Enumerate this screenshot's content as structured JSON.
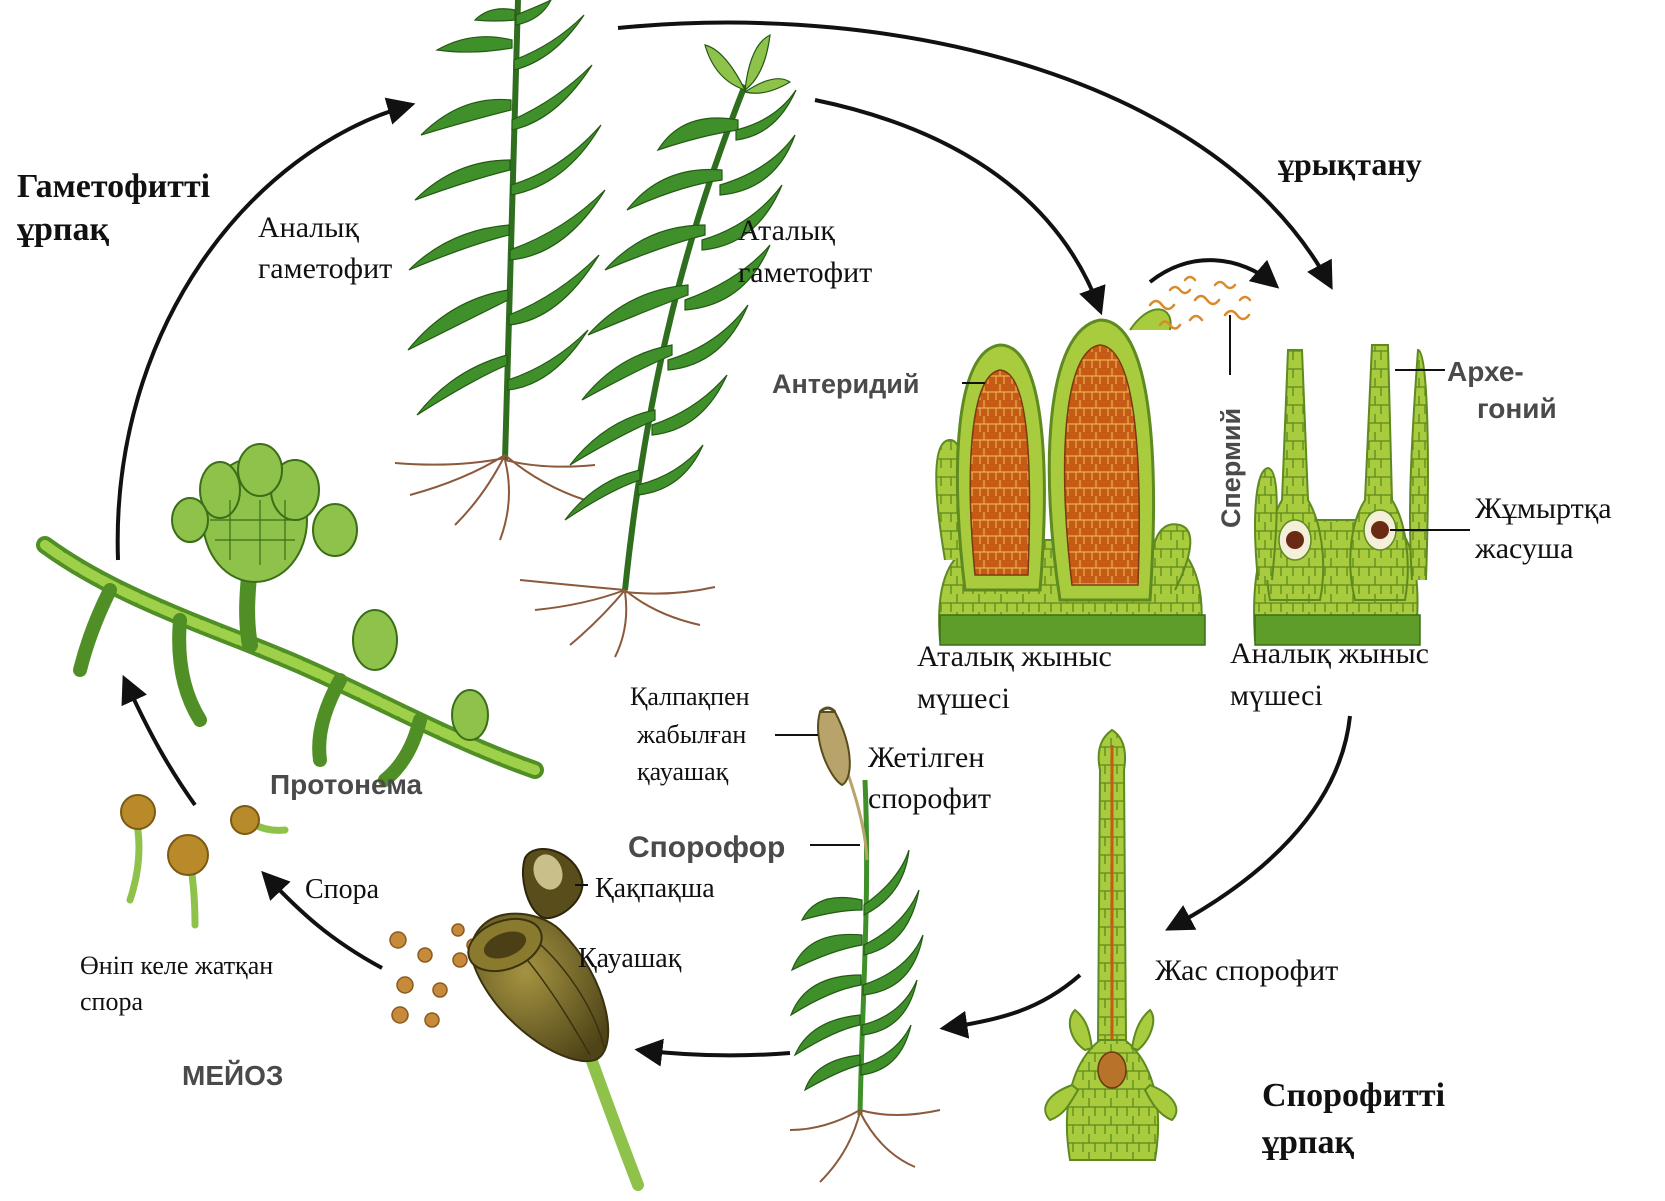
{
  "labels": {
    "gametophyte_gen_1": "Гаметофитті",
    "gametophyte_gen_2": "ұрпақ",
    "female_gametophyte_1": "Аналық",
    "female_gametophyte_2": "гаметофит",
    "male_gametophyte_1": "Аталық",
    "male_gametophyte_2": "гаметофит",
    "fertilization": "ұрықтану",
    "antheridium": "Антеридий",
    "sperm": "Спермий",
    "archegonium_1": "Архе-",
    "archegonium_2": "гоний",
    "egg_cell_1": "Жұмыртқа",
    "egg_cell_2": "жасуша",
    "male_organ_1": "Аталық жыныс",
    "male_organ_2": "мүшесі",
    "female_organ_1": "Аналық жыныс",
    "female_organ_2": "мүшесі",
    "capped_capsule_1": "Қалпақпен",
    "capped_capsule_2": "жабылған",
    "capped_capsule_3": "қауашақ",
    "mature_sporophyte_1": "Жетілген",
    "mature_sporophyte_2": "спорофит",
    "protonema": "Протонема",
    "sporophore": "Спорофор",
    "lid": "Қақпақша",
    "spore": "Спора",
    "capsule": "Қауашақ",
    "germinating_spore_1": "Өніп келе жатқан",
    "germinating_spore_2": "спора",
    "young_sporophyte": "Жас спорофит",
    "meiosis": "МЕЙОЗ",
    "sporophyte_gen_1": "Спорофитті",
    "sporophyte_gen_2": "ұрпақ"
  },
  "colors": {
    "leaf": "#3f8f2a",
    "leaf_light": "#8fc24a",
    "cell": "#a9cc3e",
    "cell_dark": "#5e8a1f",
    "anther_fill": "#c65a17",
    "root": "#8b5a3c",
    "capsule": "#7a6a2a",
    "arrow": "#111111"
  }
}
